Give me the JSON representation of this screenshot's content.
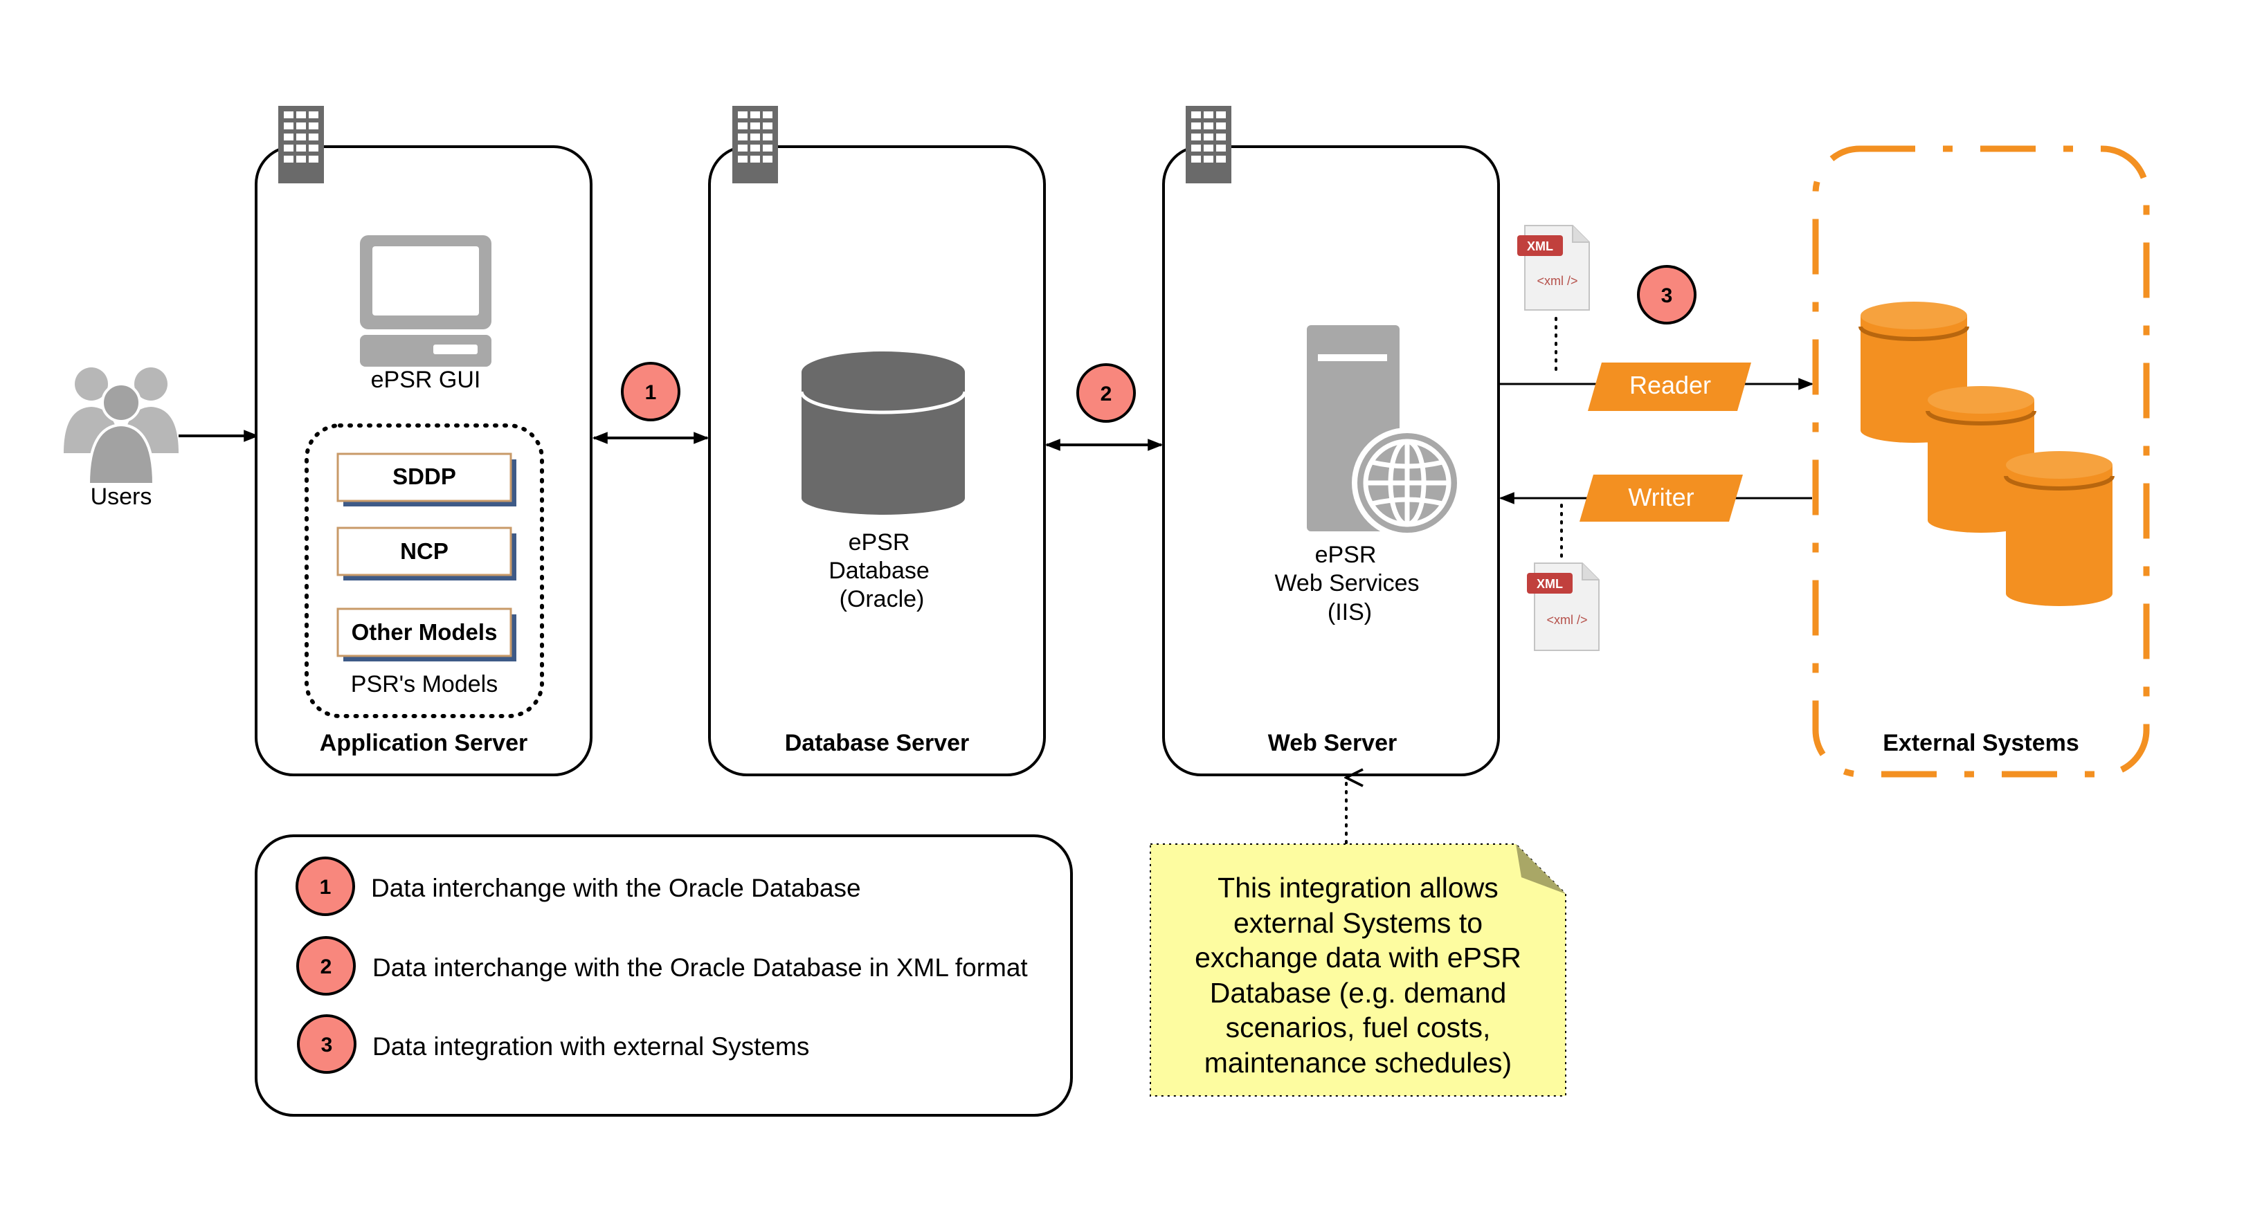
{
  "users": {
    "label": "Users"
  },
  "servers": {
    "application": {
      "title": "Application Server",
      "gui_label": "ePSR GUI",
      "models": [
        "SDDP",
        "NCP",
        "Other Models"
      ],
      "models_group_label": "PSR's Models"
    },
    "database": {
      "title": "Database Server",
      "db_label_lines": [
        "ePSR",
        "Database",
        "(Oracle)"
      ]
    },
    "web": {
      "title": "Web Server",
      "service_label_lines": [
        "ePSR",
        "Web Services",
        "(IIS)"
      ]
    }
  },
  "external": {
    "title": "External Systems"
  },
  "connectors": {
    "badge_1": "1",
    "badge_2": "2",
    "badge_3": "3",
    "reader_label": "Reader",
    "writer_label": "Writer",
    "xml_tag": "XML",
    "xml_code": "<xml />"
  },
  "legend": {
    "items": [
      {
        "num": "1",
        "text": "Data interchange with the Oracle Database"
      },
      {
        "num": "2",
        "text": "Data interchange with the Oracle Database in XML format"
      },
      {
        "num": "3",
        "text": "Data integration with external Systems"
      }
    ]
  },
  "note": {
    "lines": [
      "This integration allows",
      "external Systems to",
      "exchange data with ePSR",
      "Database (e.g. demand",
      "scenarios, fuel costs,",
      "maintenance schedules)"
    ]
  },
  "colors": {
    "badge_fill": "#f8877d",
    "orange": "#f39021",
    "note_fill": "#fdfca0",
    "gray_icon": "#6a6a6a",
    "light_gray_icon": "#a8a8a8"
  }
}
